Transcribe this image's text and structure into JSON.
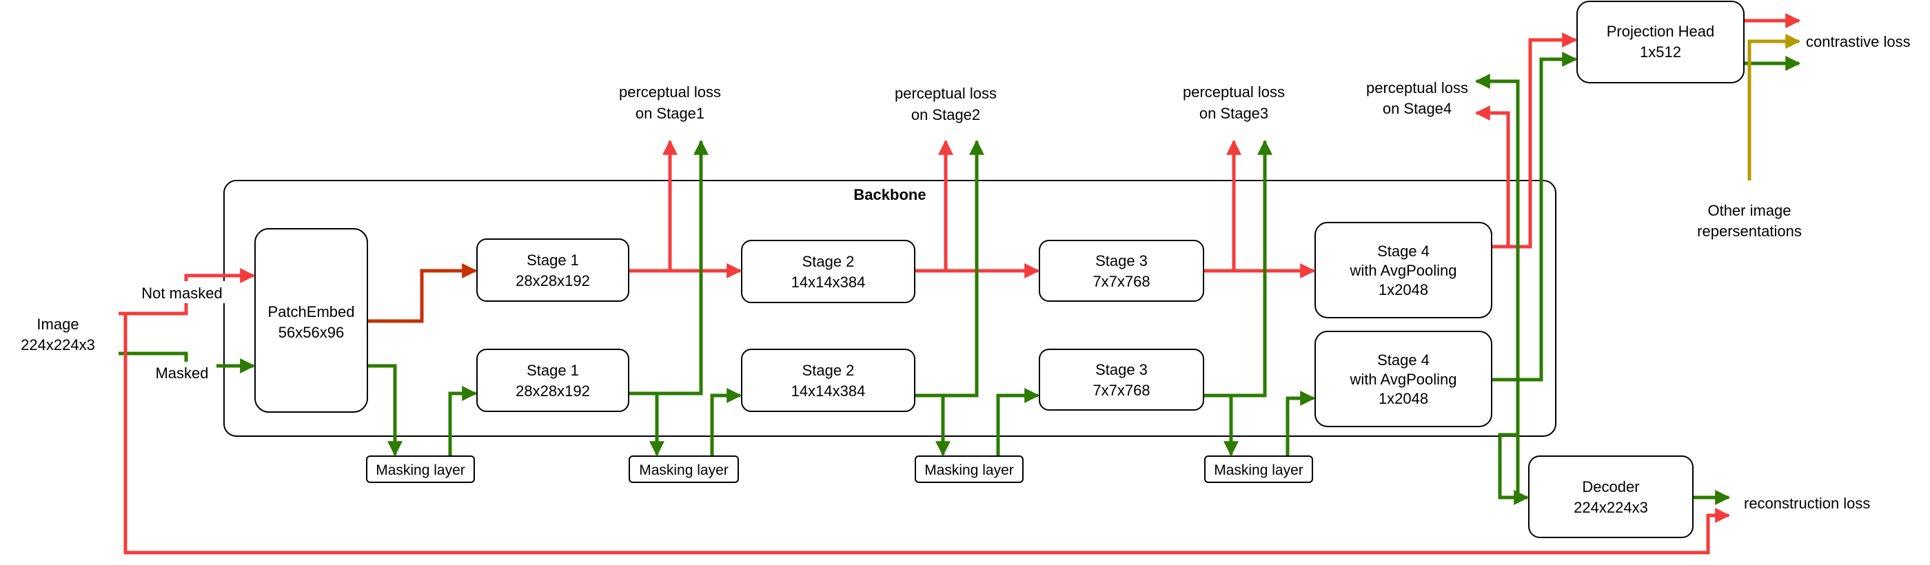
{
  "colors": {
    "red": "#f43c3c",
    "green": "#2d7b00",
    "darkred": "#c63000",
    "olive": "#b49b00"
  },
  "labels": {
    "image": [
      "Image",
      "224x224x3"
    ],
    "not_masked": "Not masked",
    "masked": "Masked",
    "backbone": "Backbone",
    "patch_embed": [
      "PatchEmbed",
      "56x56x96"
    ],
    "stage1_top": [
      "Stage 1",
      "28x28x192"
    ],
    "stage1_bottom": [
      "Stage 1",
      "28x28x192"
    ],
    "stage2_top": [
      "Stage 2",
      "14x14x384"
    ],
    "stage2_bottom": [
      "Stage 2",
      "14x14x384"
    ],
    "stage3_top": [
      "Stage 3",
      "7x7x768"
    ],
    "stage3_bottom": [
      "Stage 3",
      "7x7x768"
    ],
    "stage4_top": [
      "Stage 4",
      "with AvgPooling",
      "1x2048"
    ],
    "stage4_bottom": [
      "Stage 4",
      "with AvgPooling",
      "1x2048"
    ],
    "masking_layer": "Masking layer",
    "perceptual_loss_1": [
      "perceptual loss",
      "on Stage1"
    ],
    "perceptual_loss_2": [
      "perceptual loss",
      "on Stage2"
    ],
    "perceptual_loss_3": [
      "perceptual loss",
      "on Stage3"
    ],
    "perceptual_loss_4": [
      "perceptual loss",
      "on Stage4"
    ],
    "projection_head": [
      "Projection Head",
      "1x512"
    ],
    "contrastive_loss": "contrastive loss",
    "other_reps": [
      "Other image",
      "repersentations"
    ],
    "decoder": [
      "Decoder",
      "224x224x3"
    ],
    "reconstruction_loss": "reconstruction loss"
  }
}
